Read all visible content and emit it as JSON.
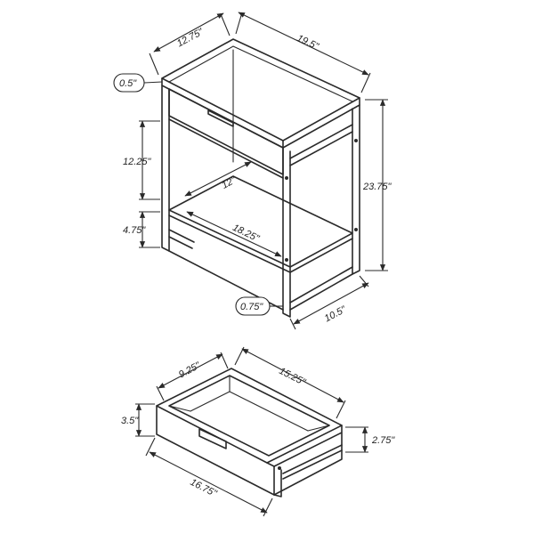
{
  "table": {
    "depth": "12.75\"",
    "width": "19.5\"",
    "top_thickness": "0.5\"",
    "drawer_opening": "12.25\"",
    "lower_gap": "4.75\"",
    "height": "23.75\"",
    "inner_depth": "12\"",
    "inner_width": "18.25\"",
    "leg_width": "0.75\"",
    "base_depth": "10.5\""
  },
  "drawer": {
    "inner_depth": "9.25\"",
    "inner_width": "15.25\"",
    "outer_height": "3.5\"",
    "inner_height": "2.75\"",
    "outer_width": "16.75\""
  }
}
